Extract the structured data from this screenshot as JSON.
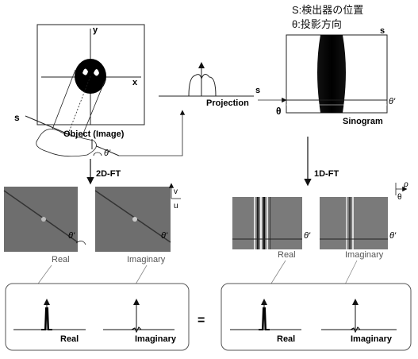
{
  "legend": {
    "s_line": "S:検出器の位置",
    "theta_line": "θ:投影方向"
  },
  "object_panel": {
    "y_axis": "y",
    "x_axis": "x",
    "s_axis": "s",
    "caption": "Object (Image)",
    "angle": "θ'"
  },
  "projection_panel": {
    "s_axis": "s",
    "caption": "Projection"
  },
  "sinogram_panel": {
    "s_axis": "s",
    "theta_axis": "θ",
    "angle": "θ'",
    "caption": "Sinogram"
  },
  "arrows": {
    "left": "2D-FT",
    "right": "1D-FT"
  },
  "left_ft": {
    "axis_v": "v",
    "axis_u": "u",
    "angle_real": "θ'",
    "angle_imag": "θ'",
    "real_label": "Real",
    "imag_label": "Imaginary"
  },
  "right_ft": {
    "axis_rho": "ρ",
    "axis_theta": "θ",
    "angle_real": "θ'",
    "angle_imag": "θ'",
    "real_label": "Real",
    "imag_label": "Imaginary"
  },
  "bottom_left": {
    "real_label": "Real",
    "imag_label": "Imaginary"
  },
  "bottom_right": {
    "real_label": "Real",
    "imag_label": "Imaginary"
  },
  "equals": "="
}
